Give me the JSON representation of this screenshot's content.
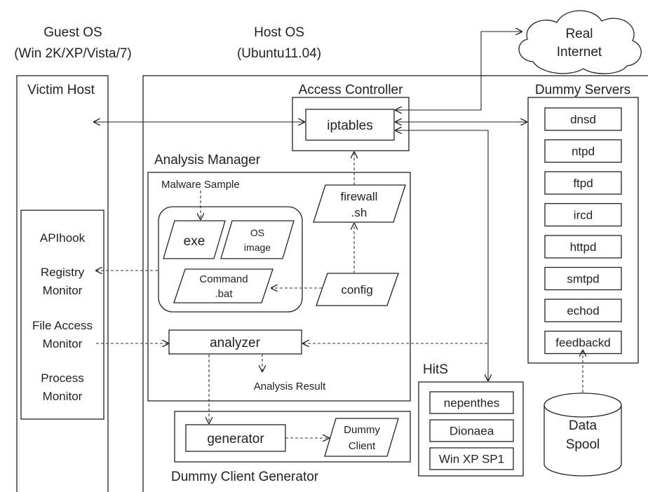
{
  "labels": {
    "guest_os": "Guest OS",
    "guest_os_versions": "(Win 2K/XP/Vista/7)",
    "host_os": "Host OS",
    "host_os_version": "(Ubuntu11.04)",
    "cloud_line1": "Real",
    "cloud_line2": "Internet",
    "victim_host": "Victim Host",
    "access_controller": "Access Controller",
    "iptables": "iptables",
    "dummy_servers_title": "Dummy Servers",
    "analysis_manager": "Analysis Manager",
    "malware_sample": "Malware Sample",
    "firewall_line1": "firewall",
    "firewall_line2": ".sh",
    "exe": "exe",
    "os_image_line1": "OS",
    "os_image_line2": "image",
    "command_line1": "Command",
    "command_line2": ".bat",
    "config": "config",
    "analyzer": "analyzer",
    "analysis_result": "Analysis Result",
    "apihook": "APIhook",
    "registry_line1": "Registry",
    "registry_line2": "Monitor",
    "file_access_line1": "File Access",
    "file_access_line2": "Monitor",
    "process_line1": "Process",
    "process_line2": "Monitor",
    "generator": "generator",
    "dummy_client_line1": "Dummy",
    "dummy_client_line2": "Client",
    "dummy_client_generator": "Dummy Client Generator",
    "hits": "HitS",
    "data_line1": "Data",
    "data_line2": "Spool"
  },
  "dummy_servers": [
    "dnsd",
    "ntpd",
    "ftpd",
    "ircd",
    "httpd",
    "smtpd",
    "echod",
    "feedbackd"
  ],
  "hits_items": [
    "nepenthes",
    "Dionaea",
    "Win XP SP1"
  ]
}
